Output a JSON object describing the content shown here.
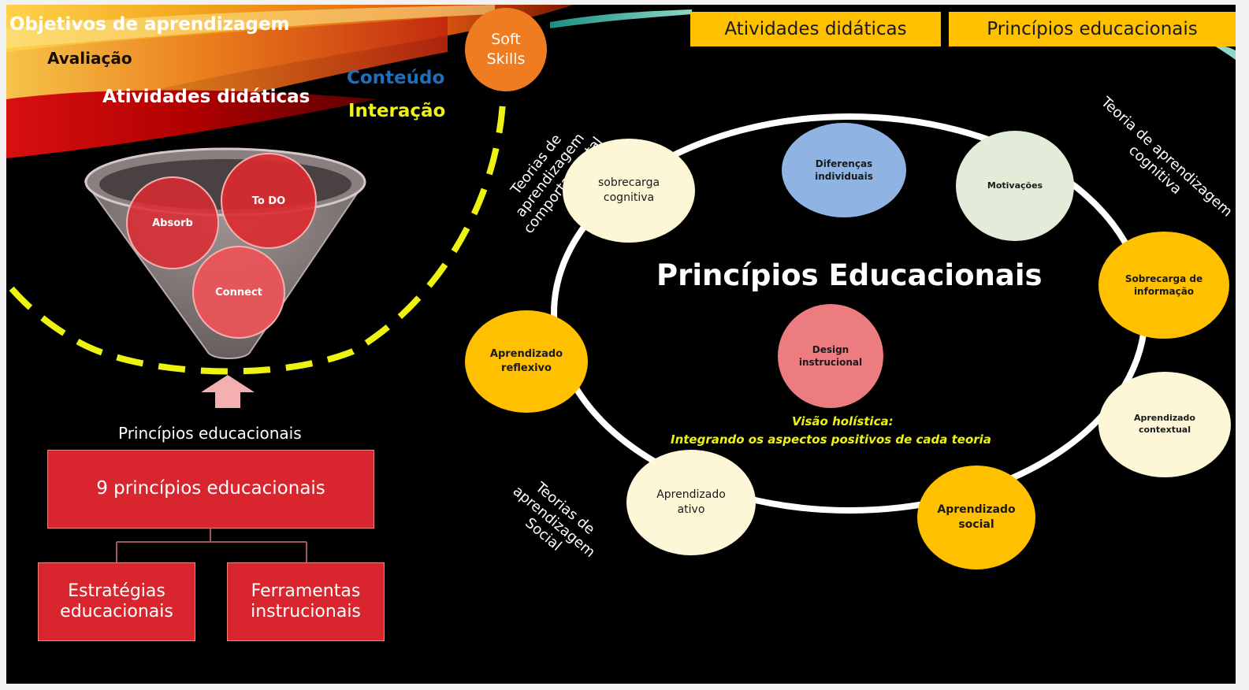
{
  "top_tabs": {
    "activities": "Atividades didáticas",
    "principles": "Princípios educacionais"
  },
  "banner": {
    "objectives": "Objetivos de aprendizagem",
    "assessment": "Avaliação",
    "activities": "Atividades didáticas",
    "content": "Conteúdo",
    "interaction": "Interação"
  },
  "soft_skills": "Soft\nSkills",
  "funnel": {
    "absorb": "Absorb",
    "todo": "To DO",
    "connect": "Connect"
  },
  "principles_label": "Princípios educacionais",
  "boxes": {
    "main": "9 princípios educacionais",
    "strategies": "Estratégias\neducacionais",
    "tools": "Ferramentas\ninstrucionais"
  },
  "theory_labels": {
    "behavioral": "Teorias de aprendizagem\ncomportamental",
    "cognitive": "Teoria de aprendizagem\ncognitiva",
    "social": "Teorias de aprendizagem\nSocial"
  },
  "center": {
    "title": "Princípios Educacionais",
    "design": "Design\ninstrucional",
    "holistic_1": "Visão holística:",
    "holistic_2": "Integrando os aspectos positivos de cada teoria"
  },
  "nodes": {
    "cognitive_load": "sobrecarga\ncognitiva",
    "individual_diff": "Diferenças\nindividuais",
    "motivations": "Motivações",
    "info_overload": "Sobrecarga de\ninformação",
    "contextual": "Aprendizado\ncontextual",
    "social": "Aprendizado\nsocial",
    "active": "Aprendizado\nativo",
    "reflexive": "Aprendizado\nreflexivo"
  },
  "colors": {
    "orange": "#ffc000",
    "cream": "#fdf7d7",
    "blue": "#8fb4e3",
    "pale_green": "#e3ecd8",
    "red": "#d9262e",
    "pink": "#ec7c80",
    "yellow_dash": "#eef211"
  }
}
